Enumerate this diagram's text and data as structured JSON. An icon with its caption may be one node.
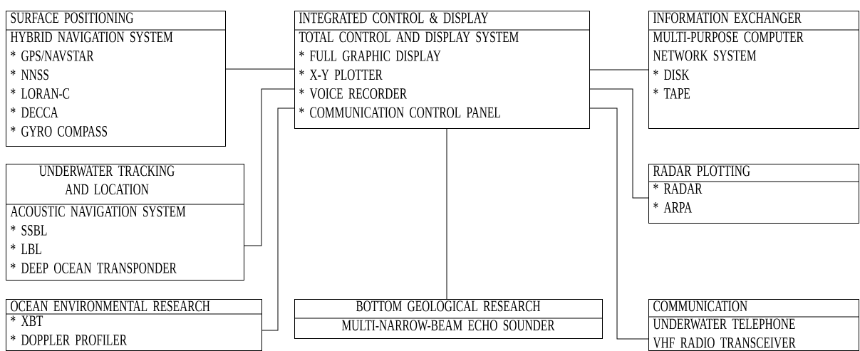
{
  "diagram": {
    "nodes": [
      {
        "text": [
          "SURFACE POSITIONING",
          "HYBRID NAVIGATION SYSTEM",
          "* GPS/NAVSTAR",
          "* NNSS",
          "* LORAN-C",
          "* DECCA",
          "* GYRO COMPASS"
        ]
      },
      {
        "text": [
          "INTEGRATED CONTROL & DISPLAY",
          "TOTAL CONTROL AND DISPLAY SYSTEM",
          "* FULL GRAPHIC DISPLAY",
          "* X-Y PLOTTER",
          "* VOICE RECORDER",
          "* COMMUNICATION CONTROL PANEL"
        ]
      },
      {
        "text": [
          "INFORMATION EXCHANGER",
          "MULTI-PURPOSE COMPUTER NETWORK SYSTEM",
          "* DISK",
          "* TAPE"
        ]
      },
      {
        "text": [
          "UNDERWATER TRACKING AND LOCATION",
          "ACOUSTIC NAVIGATION SYSTEM",
          "* SSBL",
          "* LBL",
          "* DEEP OCEAN TRANSPONDER"
        ]
      },
      {
        "text": [
          "RADAR PLOTTING",
          "* RADAR",
          "* ARPA"
        ]
      },
      {
        "text": [
          "OCEAN ENVIRONMENTAL RESEARCH",
          "* XBT",
          "* DOPPLER PROFILER"
        ]
      },
      {
        "text": [
          "BOTTOM GEOLOGICAL RESEARCH",
          "MULTI-NARROW-BEAM ECHO SOUNDER"
        ]
      },
      {
        "text": [
          "COMMUNICATION",
          "UNDERWATER TELEPHONE",
          "VHF RADIO TRANSCEIVER"
        ]
      }
    ],
    "edges": [
      {
        "from": 0,
        "to": 1,
        "arrow": "none"
      },
      {
        "from": 3,
        "to": 1,
        "arrow": "none"
      },
      {
        "from": 5,
        "to": 1,
        "arrow": "none"
      },
      {
        "from": 1,
        "to": 2,
        "arrow": "none"
      },
      {
        "from": 1,
        "to": 4,
        "arrow": "none"
      },
      {
        "from": 1,
        "to": 6,
        "arrow": "none"
      },
      {
        "from": 1,
        "to": 7,
        "arrow": "none"
      }
    ]
  }
}
